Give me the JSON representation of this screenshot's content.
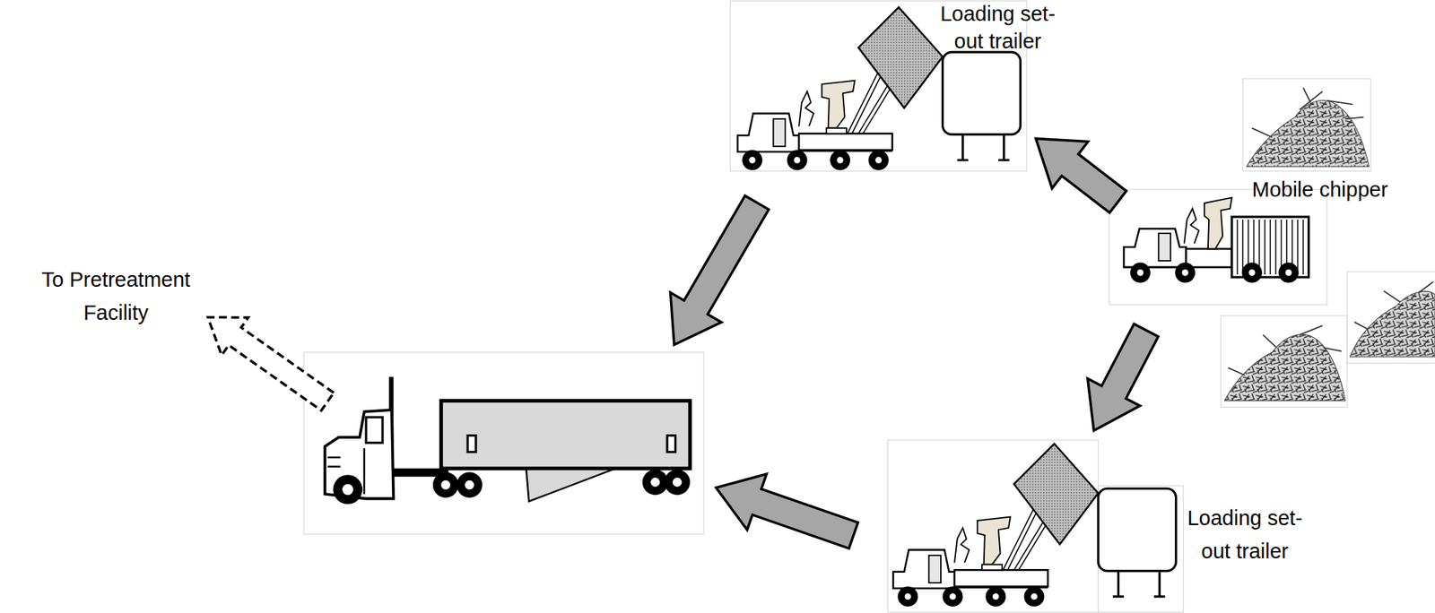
{
  "diagram": {
    "nodes": [
      {
        "text": [
          "Loading set- out trailer"
        ]
      },
      {
        "text": [
          "Mobile chipper"
        ]
      },
      {
        "text": [
          "Loading set- out trailer"
        ]
      },
      {
        "text": []
      },
      {
        "text": [
          "To Pretreatment Facility"
        ]
      }
    ],
    "edges": [
      {
        "from": 1,
        "to": 0,
        "arrow": "to"
      },
      {
        "from": 1,
        "to": 2,
        "arrow": "to"
      },
      {
        "from": 0,
        "to": 3,
        "arrow": "to"
      },
      {
        "from": 2,
        "to": 3,
        "arrow": "to"
      },
      {
        "from": 3,
        "to": 4,
        "arrow": "to"
      }
    ]
  }
}
